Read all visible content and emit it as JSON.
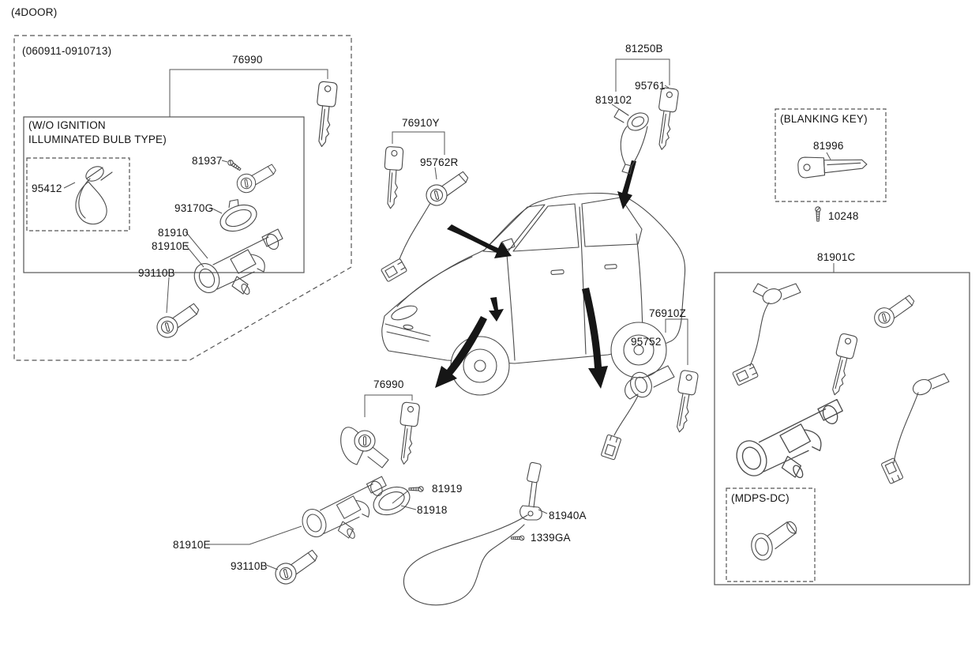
{
  "page": {
    "title": "(4DOOR)"
  },
  "annotations": {
    "date_range": "(060911-0910713)",
    "wo_ignition_line1": "(W/O IGNITION",
    "wo_ignition_line2": "ILLUMINATED BULB TYPE)",
    "blanking_key": "(BLANKING KEY)",
    "mdps_dc": "(MDPS-DC)"
  },
  "part_labels": {
    "p76990_top": "76990",
    "p95412": "95412",
    "p81937": "81937",
    "p93170g": "93170G",
    "p81910": "81910",
    "p81910e": "81910E",
    "p93110b": "93110B",
    "p76910y": "76910Y",
    "p95762r": "95762R",
    "p81250b": "81250B",
    "p819102": "819102",
    "p95761": "95761",
    "p81996": "81996",
    "p10248": "10248",
    "p81901c": "81901C",
    "p76910z": "76910Z",
    "p95752": "95752",
    "p76990_bottom": "76990",
    "p81919": "81919",
    "p81918": "81918",
    "p81940a": "81940A",
    "p1339ga": "1339GA",
    "p81910e_bottom": "81910E",
    "p93110b_bottom": "93110B"
  },
  "colors": {
    "line": "#4a4a4a",
    "text": "#141414",
    "arrow": "#161616",
    "background": "#ffffff"
  }
}
